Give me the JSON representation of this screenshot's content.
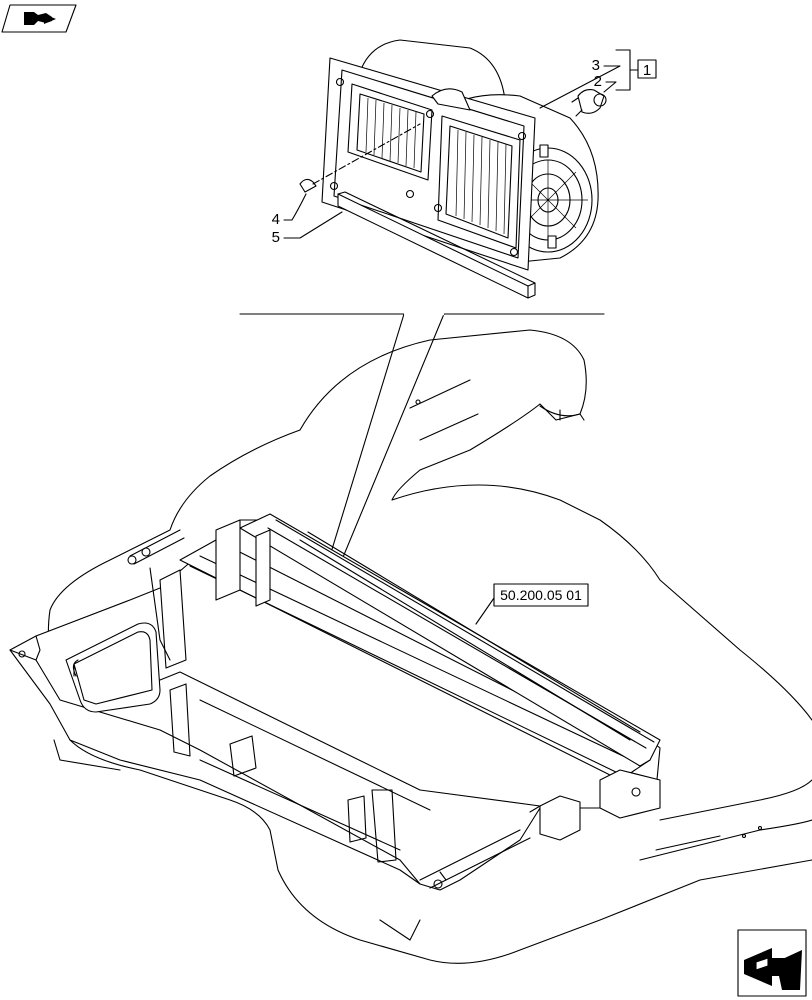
{
  "callouts": {
    "item_2": "2",
    "item_3": "3",
    "item_4": "4",
    "item_5": "5",
    "kit_box": "1"
  },
  "reference": {
    "label": "50.200.05 01"
  },
  "icons": {
    "top_left": "book-arrow-icon",
    "bottom_right": "next-page-arrow-icon"
  }
}
